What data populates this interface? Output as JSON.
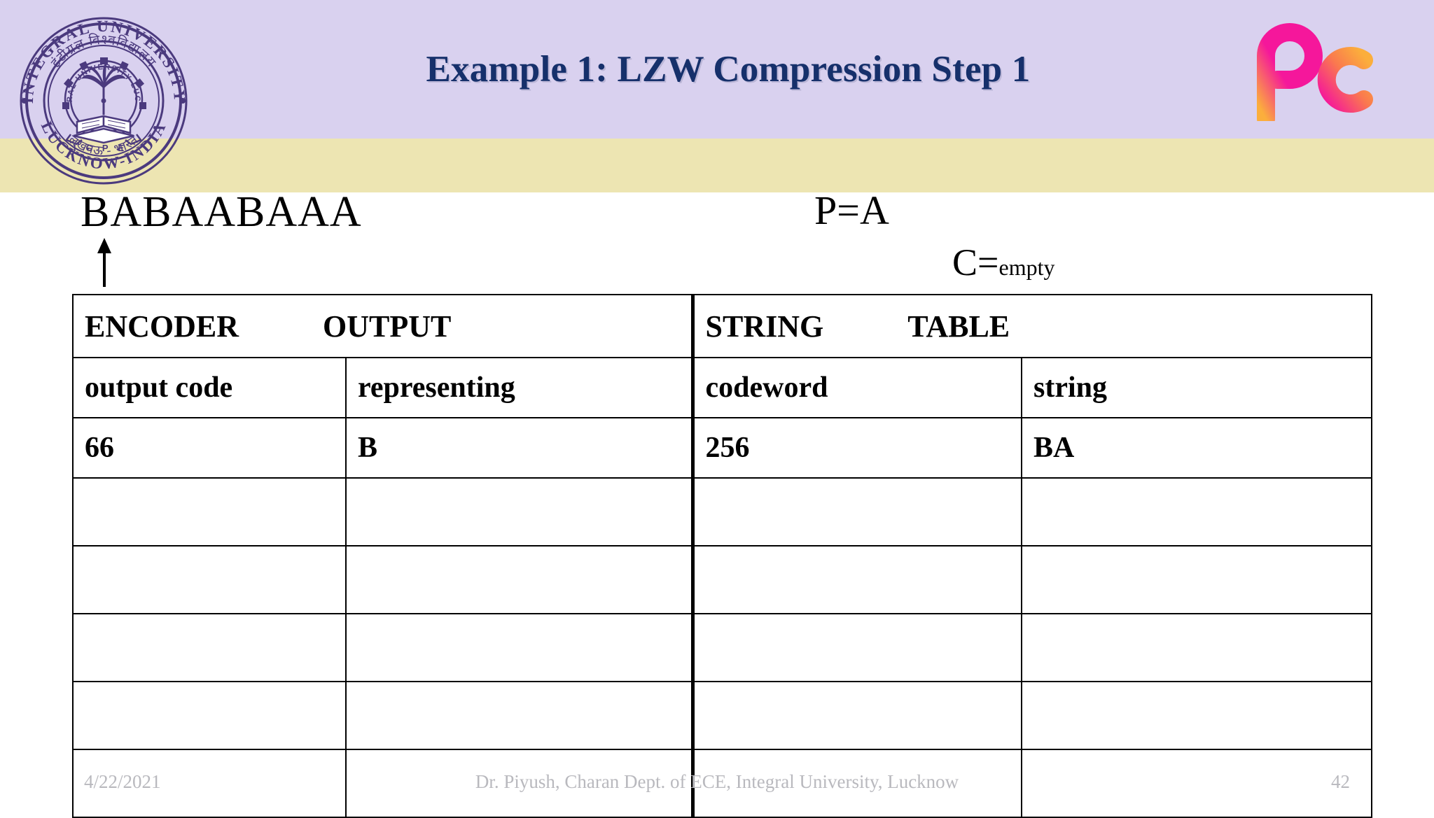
{
  "theme": {
    "band_lavender": "#D9D1EF",
    "band_khaki": "#EDE5B2",
    "title_color": "#16306B",
    "seal_color": "#4B3A7E",
    "logo_pink": "#F5179B",
    "logo_orange": "#FBAE3C",
    "footer_color": "#B9B9BE"
  },
  "header": {
    "title": "Example 1: LZW Compression Step 1",
    "seal": {
      "outer_text_top": "INTEGRAL UNIVERSITY",
      "outer_text_bottom": "LUCKNOW-INDIA",
      "inner_text": "INTEGRAL UNIVERSITY LUCKNOW",
      "hindi_top": "इंटीग्रल विश्वविद्यालय",
      "hindi_bottom": "लखनऊ - भारत",
      "book_letters": "I C P E"
    },
    "brand_logo_text": "pc"
  },
  "main": {
    "input_sequence": "BABAABAAA",
    "pointer_arrow": "up-arrow",
    "p_value": "P=A",
    "c_value_prefix": "C=",
    "c_value_suffix": "empty"
  },
  "table": {
    "group_headers": [
      {
        "label_left": "ENCODER",
        "label_right": "OUTPUT"
      },
      {
        "label_left": "STRING",
        "label_right": "TABLE"
      }
    ],
    "sub_headers": [
      "output code",
      "representing",
      "codeword",
      "string"
    ],
    "rows": [
      [
        "66",
        "B",
        "256",
        "BA"
      ],
      [
        "",
        "",
        "",
        ""
      ],
      [
        "",
        "",
        "",
        ""
      ],
      [
        "",
        "",
        "",
        ""
      ],
      [
        "",
        "",
        "",
        ""
      ],
      [
        "",
        "",
        "",
        ""
      ]
    ]
  },
  "footer": {
    "date": "4/22/2021",
    "center": "Dr. Piyush, Charan Dept. of ECE, Integral University, Lucknow",
    "page_number": "42"
  }
}
